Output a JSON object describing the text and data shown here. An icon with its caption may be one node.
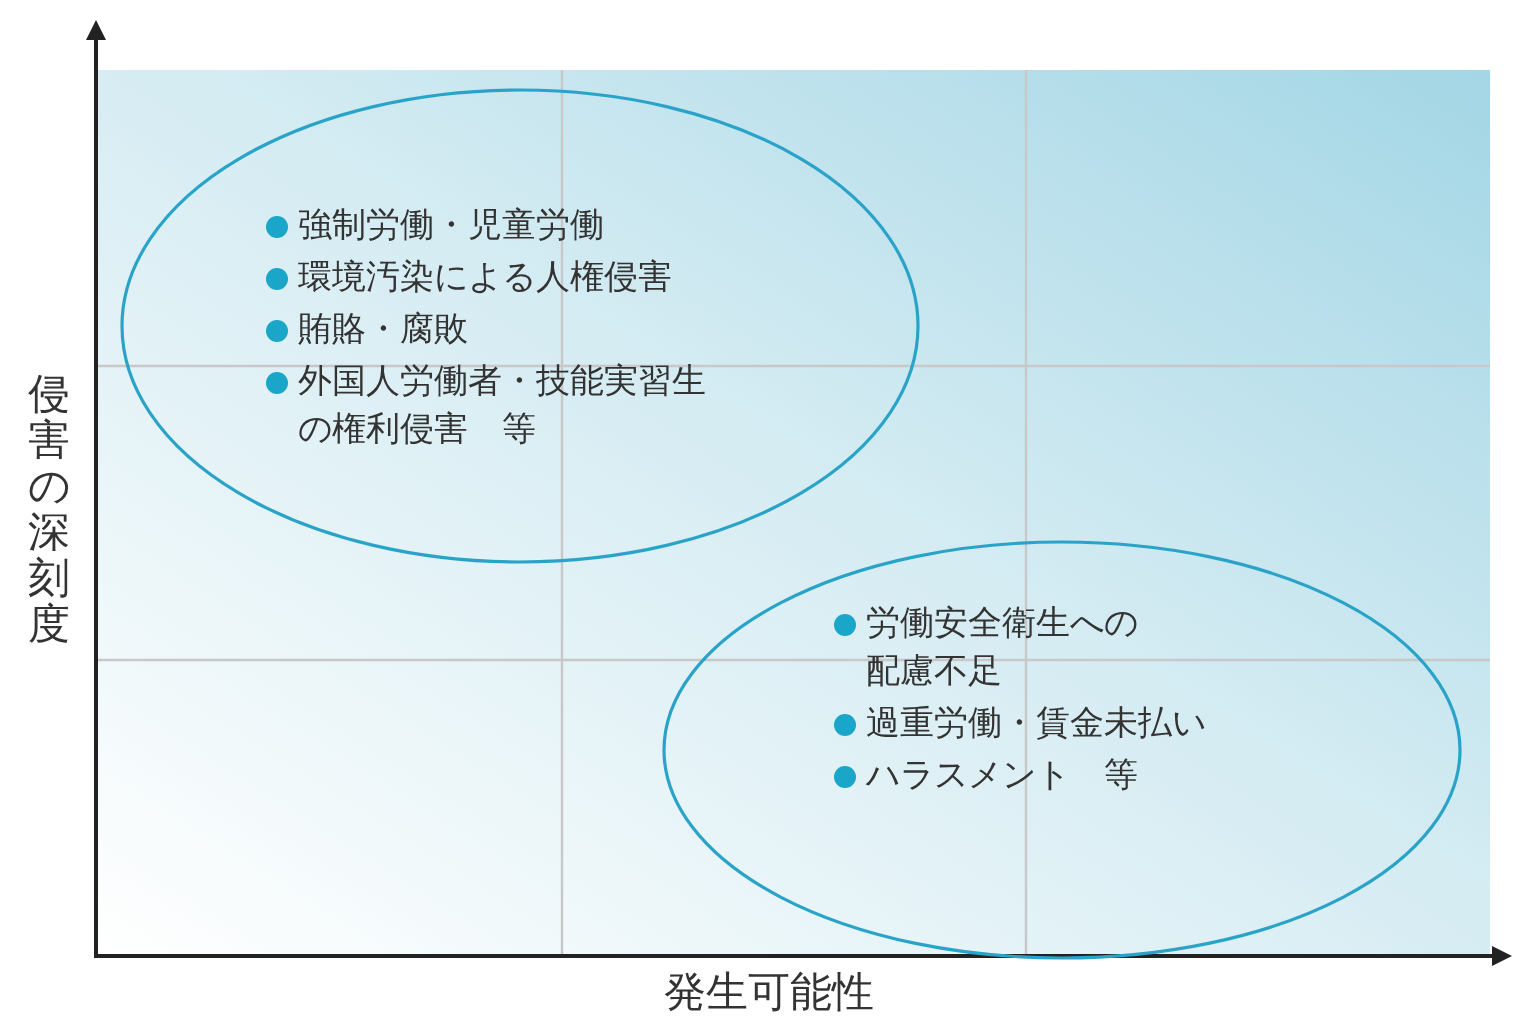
{
  "diagram": {
    "nodes": [
      {
        "text": [
          "強制労働・児童労働",
          "環境汚染による人権侵害",
          "賄賂・腐敗",
          "外国人労働者・技能実習生の権利侵害　等"
        ]
      },
      {
        "text": [
          "労働安全衛生への配慮不足",
          "過重労働・賃金未払い",
          "ハラスメント　等"
        ]
      }
    ],
    "edges": [],
    "labels": [
      "侵害の深刻度",
      "発生可能性"
    ]
  }
}
